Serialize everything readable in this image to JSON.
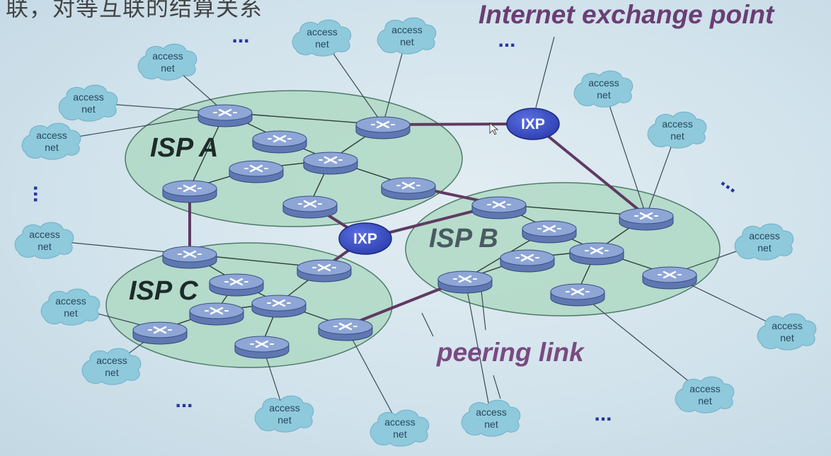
{
  "headline": "联，对等互联的结算关系",
  "labels": {
    "ixp_title": "Internet exchange point",
    "peering": "peering link"
  },
  "isps": {
    "a": "ISP A",
    "b": "ISP B",
    "c": "ISP C"
  },
  "ixp_label": "IXP",
  "access_net": [
    "access",
    "net"
  ],
  "ellipsis": "...",
  "colors": {
    "isp_fill": "#a9d7bf",
    "router_top": "#8ea6d6",
    "ixp_fill": "#2e3fb0",
    "access_cloud": "#8fc9dc",
    "peering_line": "#5e3a62",
    "title_color": "#6a3e74"
  },
  "icons": [
    "router-icon",
    "ixp-icon",
    "access-net-cloud-icon"
  ]
}
